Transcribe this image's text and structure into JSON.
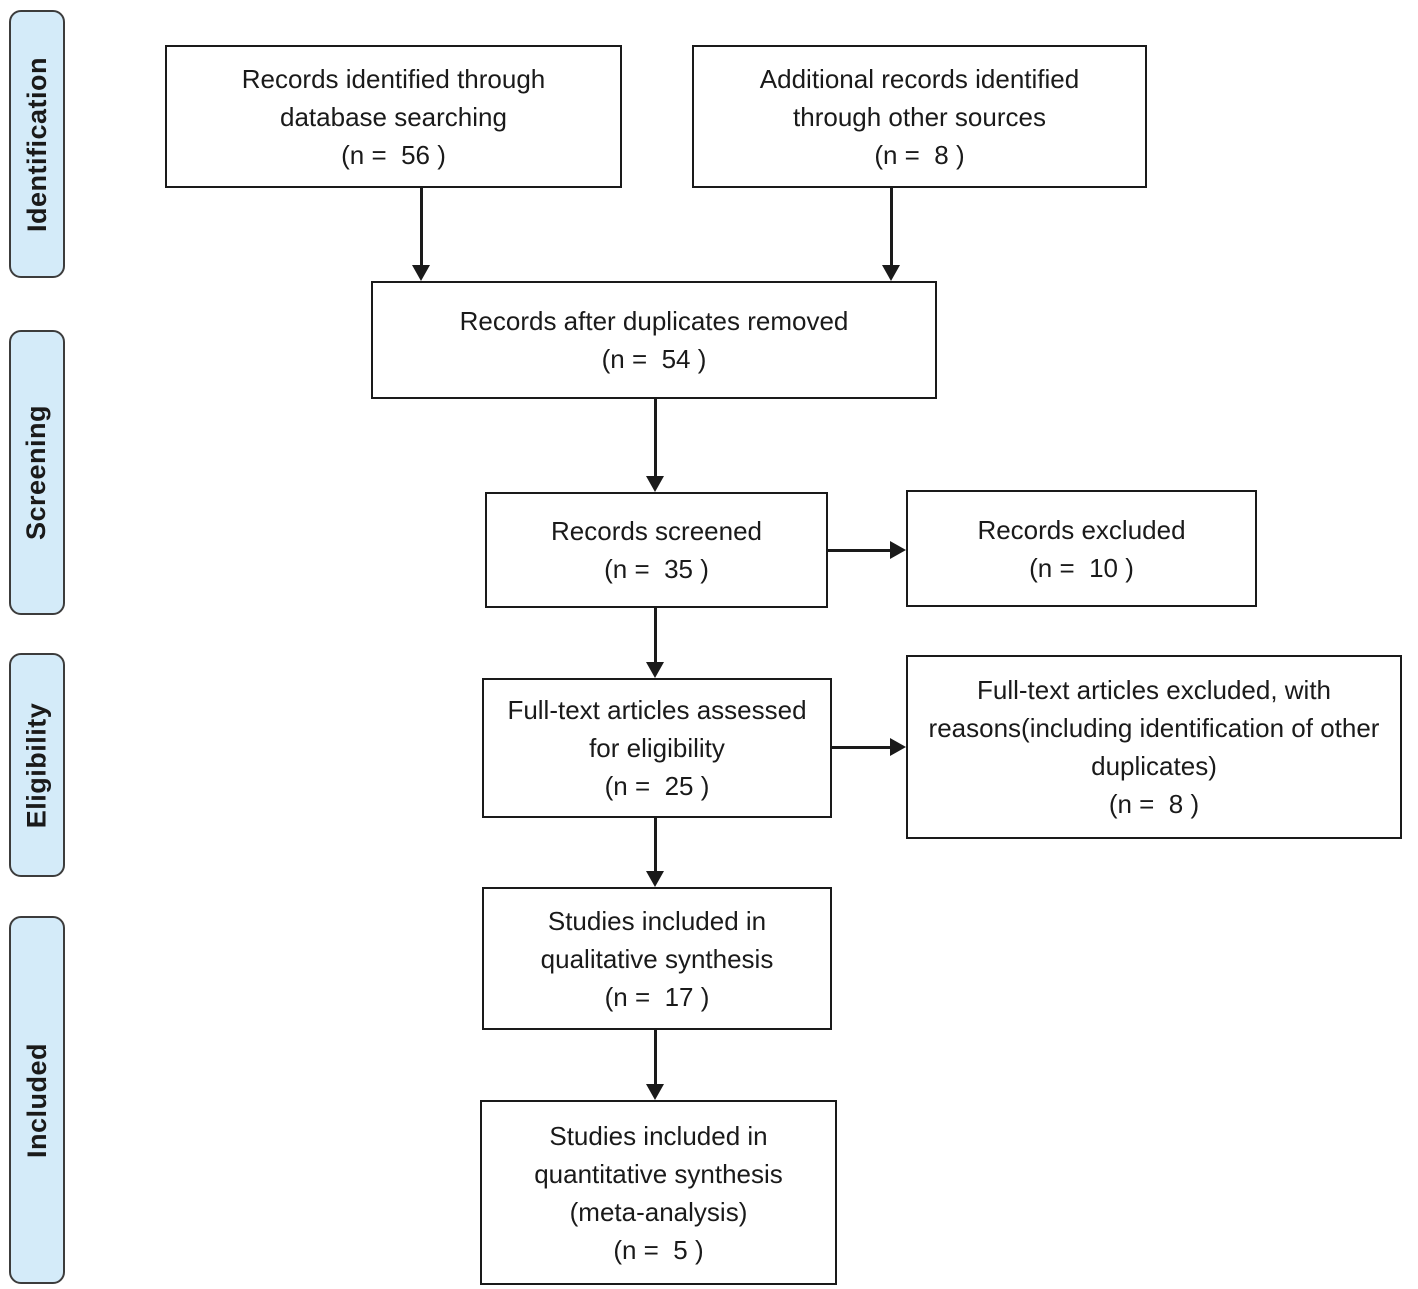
{
  "diagram": {
    "type": "prisma-flow-diagram",
    "stages": [
      {
        "id": "identification",
        "label": "Identification"
      },
      {
        "id": "screening",
        "label": "Screening"
      },
      {
        "id": "eligibility",
        "label": "Eligibility"
      },
      {
        "id": "included",
        "label": "Included"
      }
    ],
    "nodes": {
      "records_identified": {
        "n": 56,
        "lines": [
          "Records identified through",
          "database searching",
          "(n =  56 )"
        ]
      },
      "additional_records": {
        "n": 8,
        "lines": [
          "Additional records identified",
          "through other sources",
          "(n =  8 )"
        ]
      },
      "after_duplicates": {
        "n": 54,
        "lines": [
          "Records after duplicates removed",
          "(n =  54 )"
        ]
      },
      "records_screened": {
        "n": 35,
        "lines": [
          "Records screened",
          "(n =  35 )"
        ]
      },
      "records_excluded": {
        "n": 10,
        "lines": [
          "Records excluded",
          "(n =  10 )"
        ]
      },
      "fulltext_assessed": {
        "n": 25,
        "lines": [
          "Full-text articles assessed",
          "for eligibility",
          "(n =  25 )"
        ]
      },
      "fulltext_excluded": {
        "n": 8,
        "lines": [
          "Full-text articles excluded, with",
          "reasons(including identification of other",
          "duplicates)",
          "(n =  8 )"
        ]
      },
      "qualitative_synthesis": {
        "n": 17,
        "lines": [
          "Studies included in",
          "qualitative synthesis",
          "(n =  17 )"
        ]
      },
      "quantitative_synthesis": {
        "n": 5,
        "lines": [
          "Studies included in",
          "quantitative synthesis",
          "(meta-analysis)",
          "(n =  5 )"
        ]
      }
    },
    "colors": {
      "stage_fill": "#d4ebf9",
      "stage_border": "#3c3c3c",
      "box_fill": "#ffffff",
      "box_border": "#1a1a1a",
      "arrow": "#1a1a1a",
      "text": "#1a1a1a"
    }
  }
}
